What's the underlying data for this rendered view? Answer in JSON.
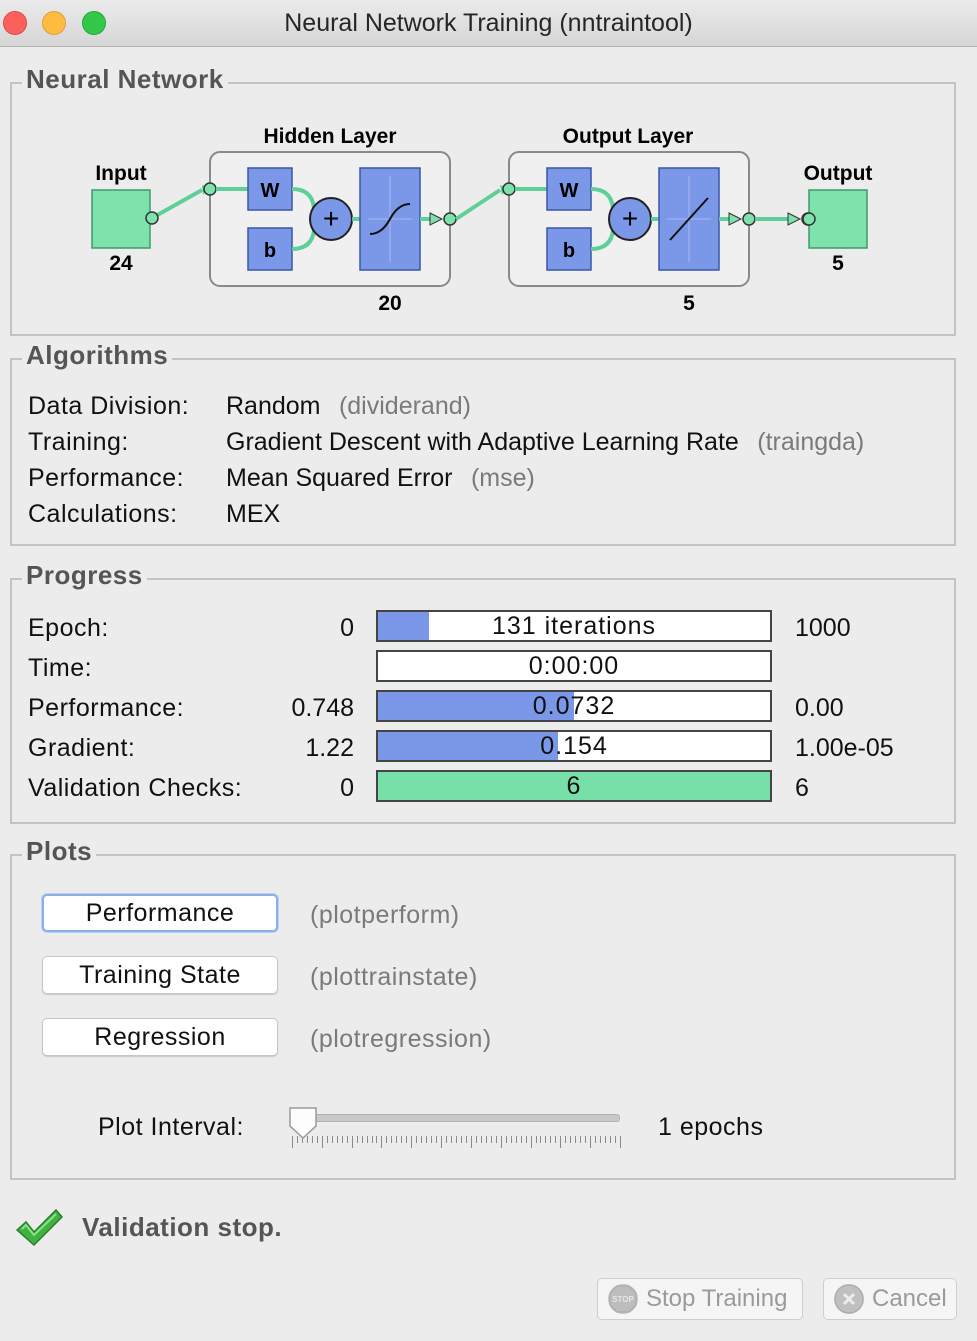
{
  "window": {
    "title": "Neural Network Training (nntraintool)"
  },
  "network": {
    "legend": "Neural Network",
    "input_label": "Input",
    "input_size": "24",
    "hidden_label": "Hidden Layer",
    "hidden_size": "20",
    "output_layer_label": "Output Layer",
    "output_layer_size": "5",
    "output_label": "Output",
    "output_size": "5",
    "weight_symbol": "W",
    "bias_symbol": "b",
    "sum_symbol": "+",
    "colors": {
      "node": "#7ee2ad",
      "block": "#7a97e8",
      "box": "#f0f0f0"
    }
  },
  "algorithms": {
    "legend": "Algorithms",
    "rows": [
      {
        "label": "Data Division:",
        "value": "Random",
        "code": "(dividerand)"
      },
      {
        "label": "Training:",
        "value": "Gradient Descent with Adaptive Learning Rate",
        "code": "(traingda)"
      },
      {
        "label": "Performance:",
        "value": "Mean Squared Error",
        "code": "(mse)"
      },
      {
        "label": "Calculations:",
        "value": "MEX",
        "code": ""
      }
    ]
  },
  "progress": {
    "legend": "Progress",
    "rows": [
      {
        "label": "Epoch:",
        "start": "0",
        "bar_text": "131 iterations",
        "end": "1000",
        "fill": 0.131,
        "color": "blue"
      },
      {
        "label": "Time:",
        "start": "",
        "bar_text": "0:00:00",
        "end": "",
        "fill": 0,
        "color": "blue"
      },
      {
        "label": "Performance:",
        "start": "0.748",
        "bar_text": "0.0732",
        "end": "0.00",
        "fill": 0.5,
        "color": "blue"
      },
      {
        "label": "Gradient:",
        "start": "1.22",
        "bar_text": "0.154",
        "end": "1.00e-05",
        "fill": 0.46,
        "color": "blue"
      },
      {
        "label": "Validation Checks:",
        "start": "0",
        "bar_text": "6",
        "end": "6",
        "fill": 1.0,
        "color": "green"
      }
    ]
  },
  "plots": {
    "legend": "Plots",
    "buttons": [
      {
        "label": "Performance",
        "code": "(plotperform)"
      },
      {
        "label": "Training State",
        "code": "(plottrainstate)"
      },
      {
        "label": "Regression",
        "code": "(plotregression)"
      }
    ],
    "interval_label": "Plot Interval:",
    "interval_value": "1 epochs",
    "slider_fraction": 0.0
  },
  "status": {
    "icon": "checkmark-icon",
    "message": "Validation stop."
  },
  "footer": {
    "stop_label": "Stop Training",
    "stop_icon_text": "STOP",
    "cancel_label": "Cancel"
  }
}
